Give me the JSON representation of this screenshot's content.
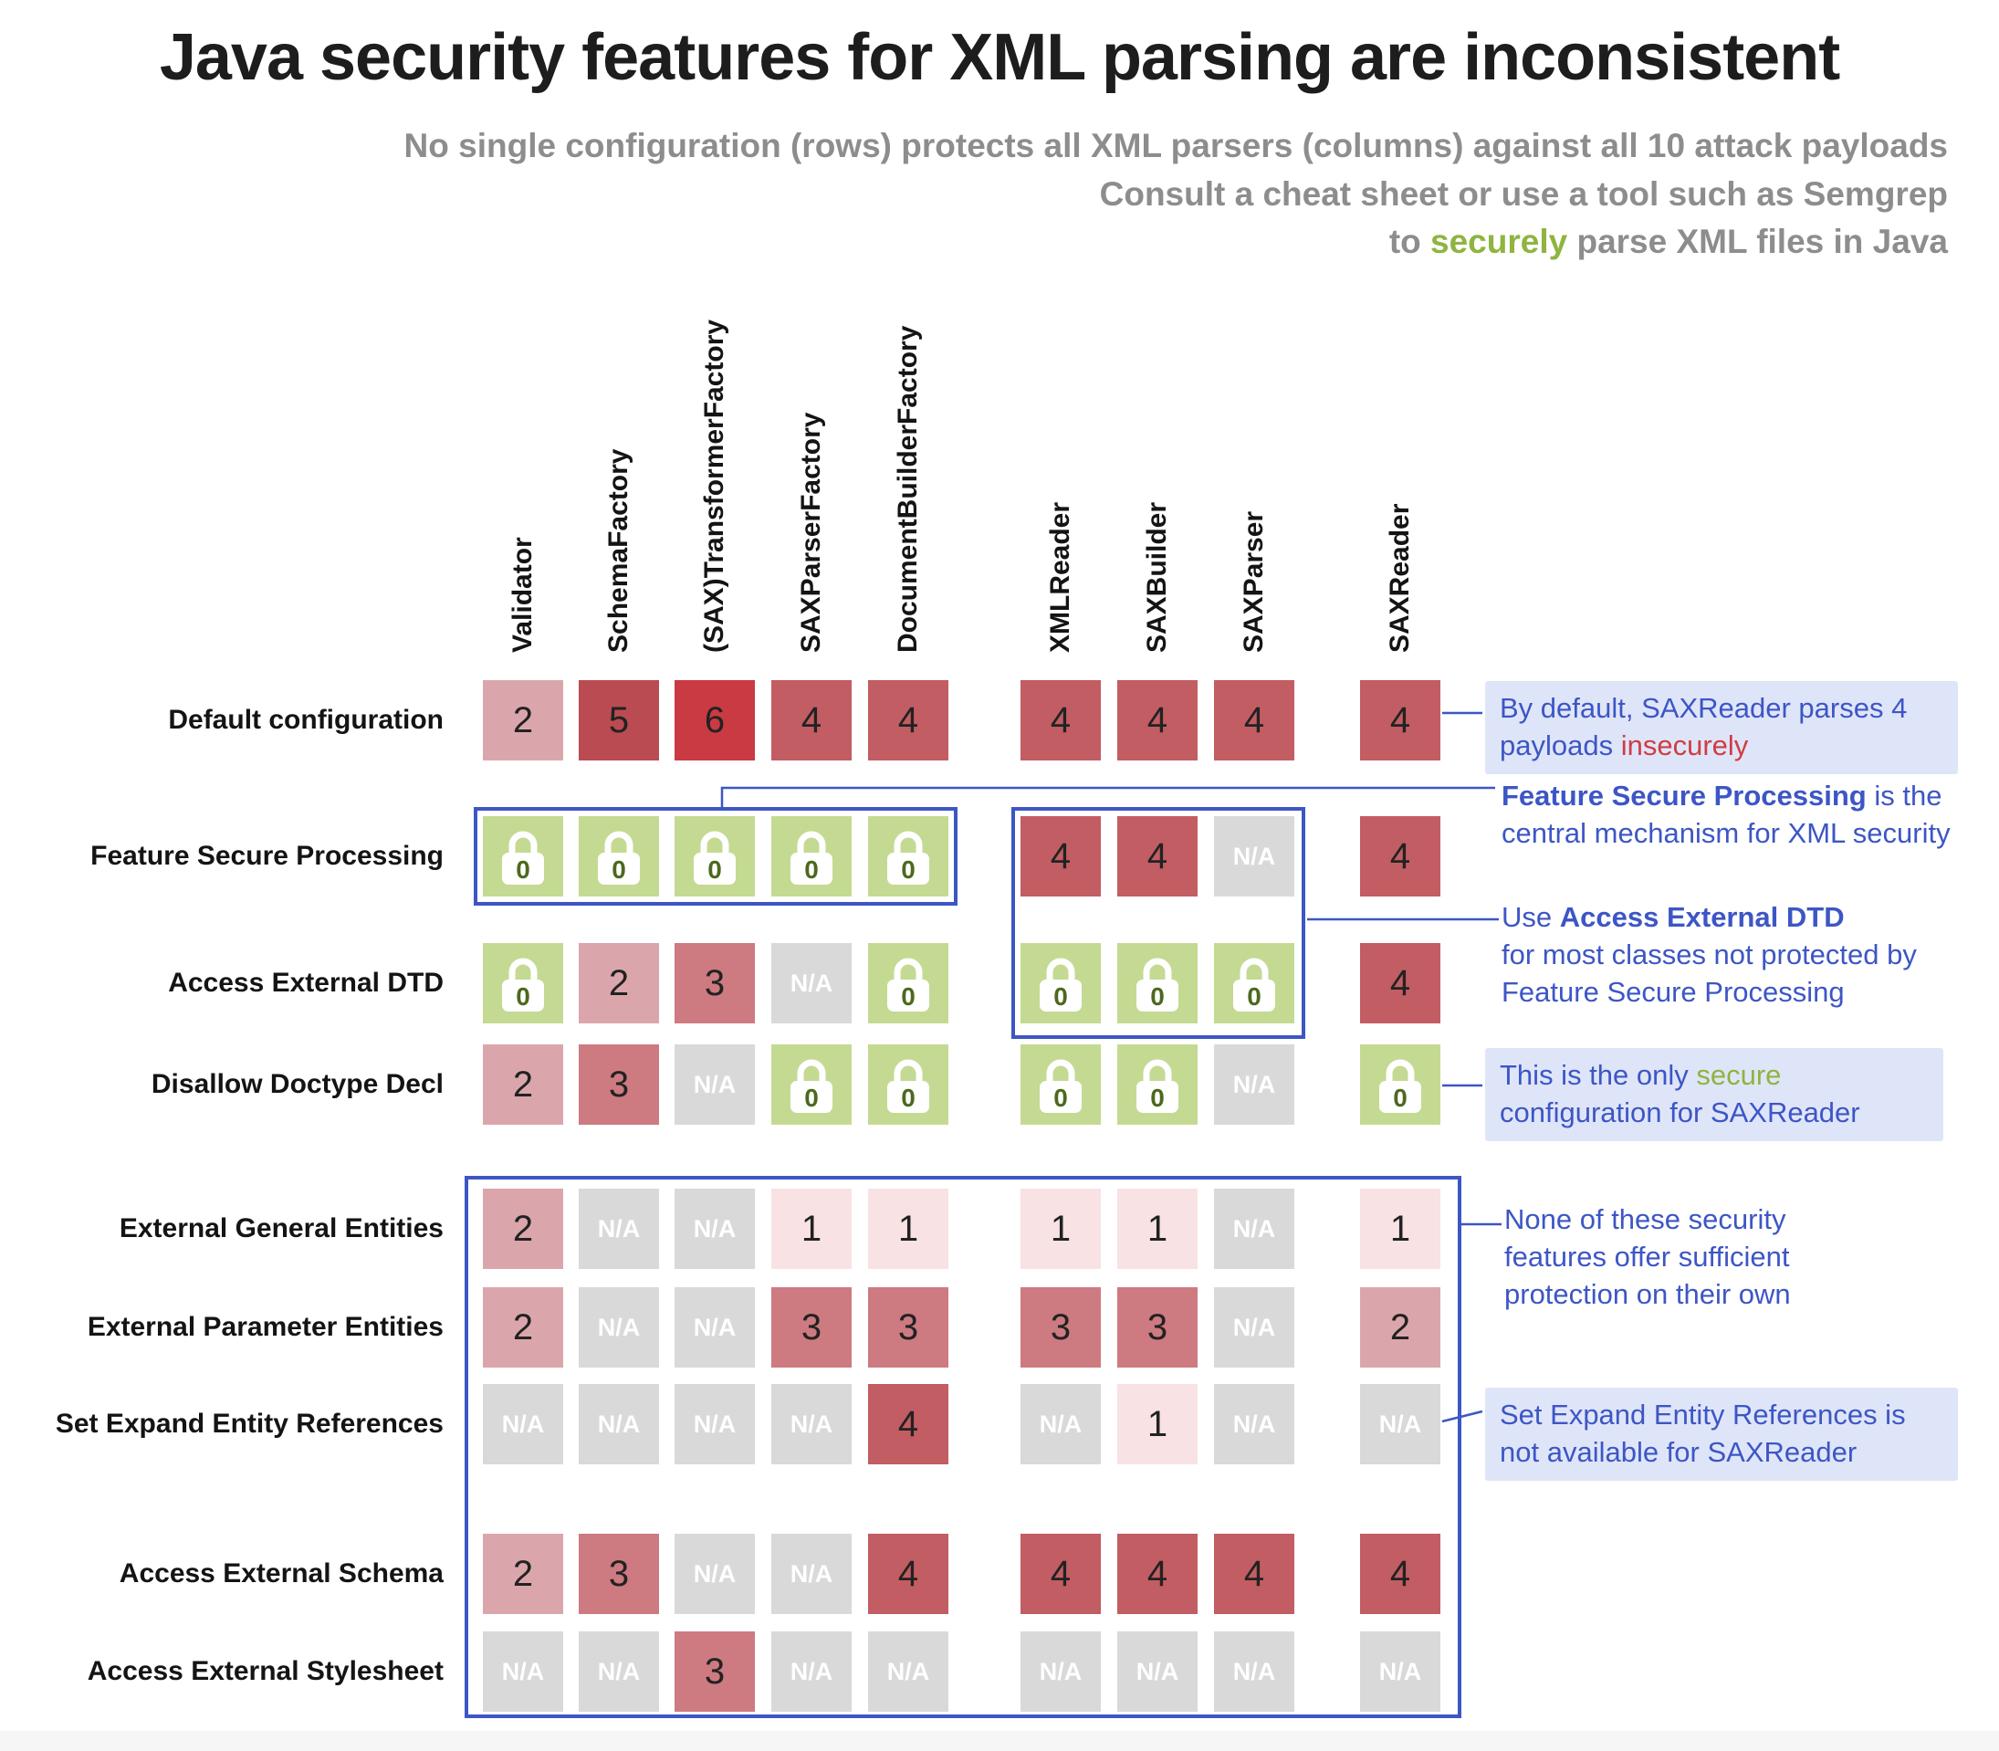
{
  "title": "Java security features for XML parsing are inconsistent",
  "subtitle": {
    "lines": [
      {
        "segs": [
          {
            "t": "No single configuration (rows) protects all XML parsers (columns) against all 10 attack payloads"
          }
        ]
      },
      {
        "segs": [
          {
            "t": "Consult a cheat sheet or use a tool such as Semgrep"
          }
        ]
      },
      {
        "segs": [
          {
            "t": "to "
          },
          {
            "t": "securely",
            "c": "green"
          },
          {
            "t": " parse XML files in Java"
          }
        ]
      }
    ]
  },
  "chart_data": {
    "type": "heatmap",
    "title": "Java security features for XML parsing are inconsistent",
    "columns": [
      "Validator",
      "SchemaFactory",
      "(SAX)TransformerFactory",
      "SAXParserFactory",
      "DocumentBuilderFactory",
      "XMLReader",
      "SAXBuilder",
      "SAXParser",
      "SAXReader"
    ],
    "column_groups": [
      [
        0,
        4
      ],
      [
        5,
        7
      ],
      [
        8,
        8
      ]
    ],
    "rows": [
      "Default configuration",
      "Feature Secure Processing",
      "Access External DTD",
      "Disallow Doctype Decl",
      "External General Entities",
      "External Parameter Entities",
      "Set Expand Entity References",
      "Access External Schema",
      "Access External Stylesheet"
    ],
    "row_groups": [
      [
        0,
        3
      ],
      [
        4,
        6
      ],
      [
        7,
        8
      ]
    ],
    "values": [
      [
        "2",
        "5",
        "6",
        "4",
        "4",
        "4",
        "4",
        "4",
        "4"
      ],
      [
        "0",
        "0",
        "0",
        "0",
        "0",
        "4",
        "4",
        "N/A",
        "4"
      ],
      [
        "0",
        "2",
        "3",
        "N/A",
        "0",
        "0",
        "0",
        "0",
        "4"
      ],
      [
        "2",
        "3",
        "N/A",
        "0",
        "0",
        "0",
        "0",
        "N/A",
        "0"
      ],
      [
        "2",
        "N/A",
        "N/A",
        "1",
        "1",
        "1",
        "1",
        "N/A",
        "1"
      ],
      [
        "2",
        "N/A",
        "N/A",
        "3",
        "3",
        "3",
        "3",
        "N/A",
        "2"
      ],
      [
        "N/A",
        "N/A",
        "N/A",
        "N/A",
        "4",
        "N/A",
        "1",
        "N/A",
        "N/A"
      ],
      [
        "2",
        "3",
        "N/A",
        "N/A",
        "4",
        "4",
        "4",
        "4",
        "4"
      ],
      [
        "N/A",
        "N/A",
        "3",
        "N/A",
        "N/A",
        "N/A",
        "N/A",
        "N/A",
        "N/A"
      ]
    ],
    "values_meaning": "number of the 10 attack payloads parsed insecurely; 0 with a lock icon = secure; N/A = setting not available",
    "secure_value": "0"
  },
  "annotations": [
    {
      "highlighted": true,
      "segs": [
        {
          "t": "By default, SAXReader parses 4 payloads "
        },
        {
          "t": "insecurely",
          "c": "red"
        }
      ]
    },
    {
      "highlighted": false,
      "segs": [
        {
          "t": "Feature Secure Processing",
          "b": true
        },
        {
          "t": " is the central mechanism for XML security"
        }
      ]
    },
    {
      "highlighted": false,
      "segs": [
        {
          "t": "Use "
        },
        {
          "t": "Access External DTD",
          "b": true
        },
        {
          "br": true
        },
        {
          "t": "for most classes not protected by Feature Secure Processing"
        }
      ]
    },
    {
      "highlighted": true,
      "segs": [
        {
          "t": "This is the only "
        },
        {
          "t": "secure",
          "c": "green"
        },
        {
          "t": " configuration for SAXReader"
        }
      ]
    },
    {
      "highlighted": false,
      "segs": [
        {
          "t": "None of these security features offer sufficient protection on their own"
        }
      ]
    },
    {
      "highlighted": true,
      "segs": [
        {
          "t": "Set Expand Entity References is not available for SAXReader"
        }
      ]
    }
  ],
  "colors": {
    "0": "#c4da92",
    "1": "#f8e2e4",
    "2": "#dba6ab",
    "3": "#cd7a81",
    "4": "#c25d63",
    "5": "#bb4b52",
    "6": "#ca3a42",
    "na": "#d9d9d9",
    "cell_text": "#222222",
    "na_text": "#ffffff",
    "lock_digit": "#4c691d",
    "blue": "#3d56c5",
    "red": "#cf3d43",
    "green": "#8fb440",
    "highlight": "#dfe5f8",
    "subtitle_gray": "#8d8d8d",
    "title_color": "#1d1d1d"
  }
}
